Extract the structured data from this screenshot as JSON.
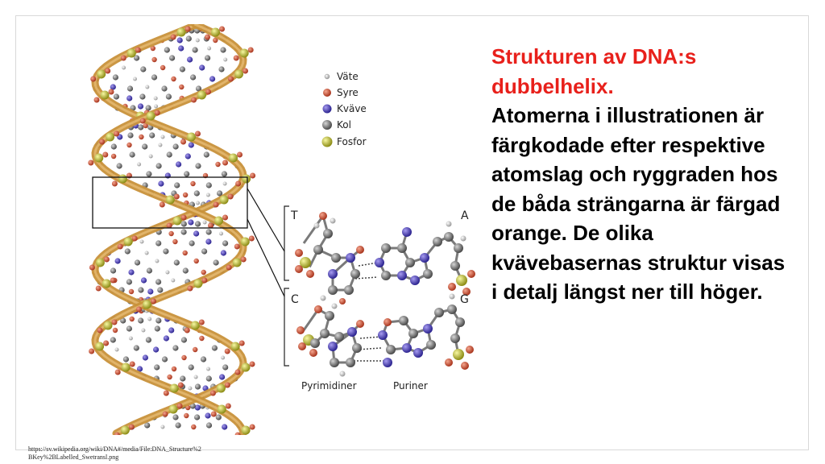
{
  "heading": {
    "red_line_1": "Strukturen av DNA:s",
    "red_line_2": "dubbelhelix.",
    "body": "Atomerna i illustrationen är färgkodade efter respektive atomslag och ryggraden hos de båda strängarna är färgad orange. De olika kvävebasernas struktur visas i detalj längst ner till höger."
  },
  "legend": [
    {
      "label": "Väte",
      "color": "#f2f2f2"
    },
    {
      "label": "Syre",
      "color": "#d9674a"
    },
    {
      "label": "Kväve",
      "color": "#5a4fc4"
    },
    {
      "label": "Kol",
      "color": "#8c8c8c"
    },
    {
      "label": "Fosfor",
      "color": "#d8d84a"
    }
  ],
  "pairs": {
    "top_left": "T",
    "top_right": "A",
    "bottom_left": "C",
    "bottom_right": "G"
  },
  "captions": {
    "pyrimidines": "Pyrimidiner",
    "purines": "Puriner"
  },
  "source": "https://sv.wikipedia.org/wiki/DNA#/media/File:DNA_Structure%2BKey%2BLabelled_Swetransl.png",
  "colors": {
    "backbone": "#c8913a",
    "accent_red": "#e8201b"
  }
}
